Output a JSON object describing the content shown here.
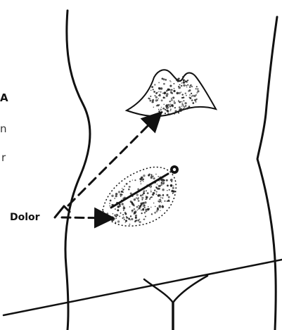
{
  "labels": {
    "dolor": "Dolor",
    "left_fragments": [
      "A",
      "n",
      "r"
    ]
  },
  "colors": {
    "ink": "#111111",
    "stipple": "#222222",
    "background": "#ffffff"
  }
}
